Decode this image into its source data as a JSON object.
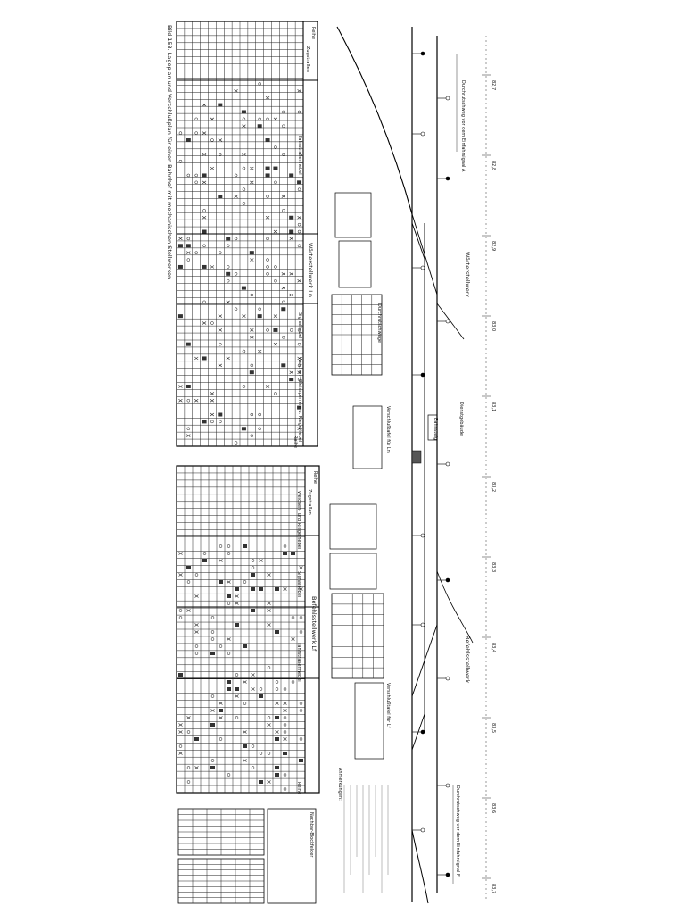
{
  "caption": "Bild 153. Lageplan und Verschlußplan für einen Bahnhof mit mechanischen Stellwerken",
  "tables": {
    "upper": {
      "header_reihe": "Reihe",
      "header_zugstrassen": "Zugstraßen",
      "col_fahrstrassen": "Fahrstraßenhebel",
      "col_block": "Blockfelder",
      "col_signal": "Signalhebel",
      "col_weichen": "Weichen- Gleissperren- u. Riegelhebel",
      "title": "Wärterstellwerk Ln",
      "footer_reihe": "Reihe"
    },
    "lower": {
      "header_reihe": "Reihe",
      "header_zugstrassen": "Zugstraßen",
      "col_weichen": "Weichen- und Riegelhebel",
      "col_signal": "Signalhebel",
      "col_fahrstrassen": "Fahrstraßenhebel",
      "title": "Befehlsstellwerk Lf",
      "footer_reihe": "Reihe"
    },
    "legend_mid": "Durchrutschwege",
    "legend_low": "Nachbar-Blockfelder"
  },
  "track": {
    "wa_label": "Wärterstellwerk",
    "bf_label": "Befehlsstellwerk",
    "dienstgebaeude": "Dienstgebäude",
    "durchrutsch_top": "Durchrutschweg vor dem Einfahrsignal A",
    "durchrutsch_bottom": "Durchrutschweg vor dem Einfahrsignal F",
    "km_marks": [
      "82,7",
      "82,8",
      "82,9",
      "83,0",
      "83,1",
      "83,2",
      "83,3",
      "83,4",
      "83,5",
      "83,6",
      "83,7"
    ],
    "verschluss_ln": "Verschlußtafel für Ln",
    "verschluss_lf": "Verschlußtafel für Lf",
    "bahnsteig": "Bahnsteig"
  },
  "notes_label": "Anmerkungen:"
}
